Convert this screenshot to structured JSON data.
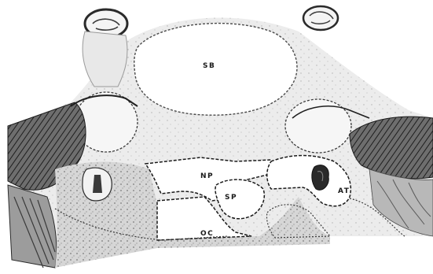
{
  "labels": {
    "sb": "SB",
    "np": "NP",
    "sp": "SP",
    "at": "AT",
    "oc": "OC"
  },
  "colors": {
    "background": "#ffffff",
    "tissue_dark": "#2a2a2a",
    "tissue_mid": "#8a8a8a",
    "tissue_light": "#cfcfcf",
    "outline": "#1a1a1a"
  }
}
